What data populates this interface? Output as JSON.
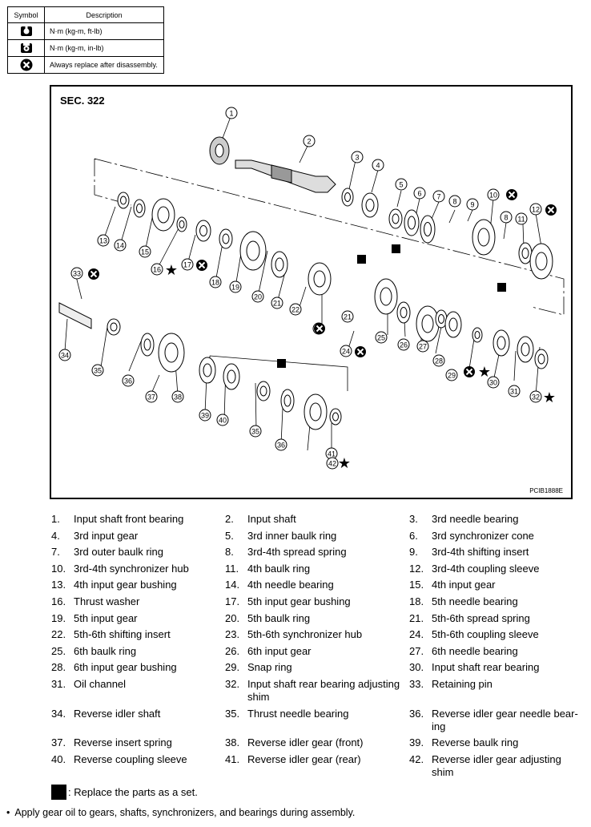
{
  "symbol_table": {
    "header_symbol": "Symbol",
    "header_description": "Description",
    "rows": [
      {
        "icon": "torque-wrench-icon",
        "description": "N·m (kg-m, ft-lb)"
      },
      {
        "icon": "torque-wrench-small-icon",
        "description": "N·m (kg-m, in-lb)"
      },
      {
        "icon": "always-replace-icon",
        "description": "Always replace after disassembly."
      }
    ]
  },
  "figure": {
    "section": "SEC. 322",
    "code": "PCIB1888E",
    "callouts": [
      "1",
      "2",
      "3",
      "4",
      "5",
      "6",
      "7",
      "8",
      "9",
      "10",
      "11",
      "12",
      "13",
      "14",
      "15",
      "16",
      "17",
      "18",
      "19",
      "20",
      "21",
      "22",
      "23",
      "24",
      "25",
      "26",
      "27",
      "28",
      "29",
      "30",
      "31",
      "32",
      "33",
      "34",
      "35",
      "36",
      "37",
      "38",
      "39",
      "40",
      "41",
      "42",
      "21",
      "8",
      "35",
      "36"
    ]
  },
  "parts": [
    [
      {
        "n": "1.",
        "t": "Input shaft front bearing"
      },
      {
        "n": "2.",
        "t": "Input shaft"
      },
      {
        "n": "3.",
        "t": "3rd needle bearing"
      }
    ],
    [
      {
        "n": "4.",
        "t": "3rd input gear"
      },
      {
        "n": "5.",
        "t": "3rd inner baulk ring"
      },
      {
        "n": "6.",
        "t": "3rd synchronizer cone"
      }
    ],
    [
      {
        "n": "7.",
        "t": "3rd outer baulk ring"
      },
      {
        "n": "8.",
        "t": "3rd-4th spread spring"
      },
      {
        "n": "9.",
        "t": "3rd-4th shifting insert"
      }
    ],
    [
      {
        "n": "10.",
        "t": "3rd-4th synchronizer hub"
      },
      {
        "n": "11.",
        "t": "4th baulk ring"
      },
      {
        "n": "12.",
        "t": "3rd-4th coupling sleeve"
      }
    ],
    [
      {
        "n": "13.",
        "t": "4th input gear bushing"
      },
      {
        "n": "14.",
        "t": "4th needle bearing"
      },
      {
        "n": "15.",
        "t": "4th input gear"
      }
    ],
    [
      {
        "n": "16.",
        "t": "Thrust washer"
      },
      {
        "n": "17.",
        "t": "5th input gear bushing"
      },
      {
        "n": "18.",
        "t": "5th needle bearing"
      }
    ],
    [
      {
        "n": "19.",
        "t": "5th input gear"
      },
      {
        "n": "20.",
        "t": "5th baulk ring"
      },
      {
        "n": "21.",
        "t": "5th-6th spread spring"
      }
    ],
    [
      {
        "n": "22.",
        "t": "5th-6th shifting insert"
      },
      {
        "n": "23.",
        "t": "5th-6th synchronizer hub"
      },
      {
        "n": "24.",
        "t": "5th-6th coupling sleeve"
      }
    ],
    [
      {
        "n": "25.",
        "t": "6th baulk ring"
      },
      {
        "n": "26.",
        "t": "6th input gear"
      },
      {
        "n": "27.",
        "t": "6th needle bearing"
      }
    ],
    [
      {
        "n": "28.",
        "t": "6th input gear bushing"
      },
      {
        "n": "29.",
        "t": "Snap ring"
      },
      {
        "n": "30.",
        "t": "Input shaft rear bearing"
      }
    ],
    [
      {
        "n": "31.",
        "t": "Oil channel"
      },
      {
        "n": "32.",
        "t": "Input shaft rear bearing adjusting shim"
      },
      {
        "n": "33.",
        "t": "Retaining pin"
      }
    ],
    [
      {
        "n": "34.",
        "t": "Reverse idler shaft"
      },
      {
        "n": "35.",
        "t": "Thrust needle bearing"
      },
      {
        "n": "36.",
        "t": "Reverse idler gear needle bear-ing"
      }
    ],
    [
      {
        "n": "37.",
        "t": "Reverse insert spring"
      },
      {
        "n": "38.",
        "t": "Reverse idler gear (front)"
      },
      {
        "n": "39.",
        "t": "Reverse baulk ring"
      }
    ],
    [
      {
        "n": "40.",
        "t": "Reverse coupling sleeve"
      },
      {
        "n": "41.",
        "t": "Reverse idler gear (rear)"
      },
      {
        "n": "42.",
        "t": "Reverse idler gear adjusting shim"
      }
    ]
  ],
  "legend": {
    "text": ": Replace the parts as a set."
  },
  "note": {
    "bullet": "•",
    "text": "Apply gear oil to gears, shafts, synchronizers, and bearings during assembly."
  }
}
